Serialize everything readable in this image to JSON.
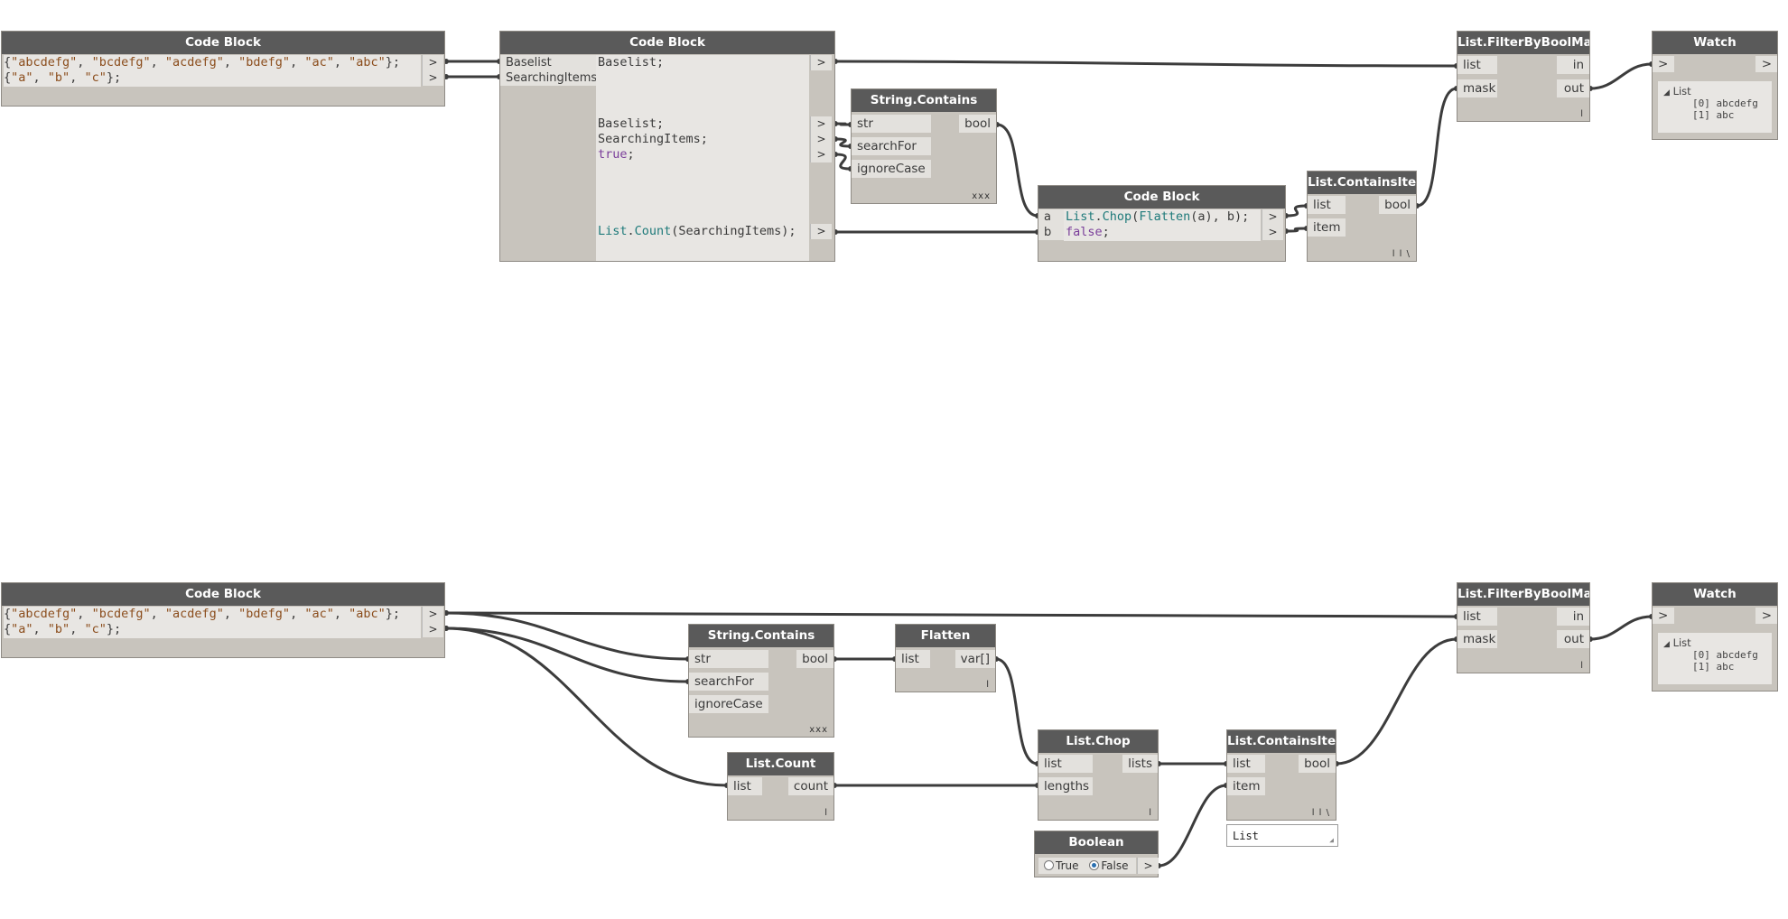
{
  "graph1": {
    "cb1": {
      "title": "Code Block",
      "line1_parts": [
        "{",
        "\"abcdefg\"",
        ", ",
        "\"bcdefg\"",
        ", ",
        "\"acdefg\"",
        ", ",
        "\"bdefg\"",
        ", ",
        "\"ac\"",
        ", ",
        "\"abc\"",
        "};"
      ],
      "line2_parts": [
        "{",
        "\"a\"",
        ", ",
        "\"b\"",
        ", ",
        "\"c\"",
        "};"
      ],
      "out_arrow": ">"
    },
    "cb2": {
      "title": "Code Block",
      "in1": "Baselist",
      "in2": "SearchingItems",
      "l1": "Baselist;",
      "l2": "Baselist;",
      "l3": "SearchingItems;",
      "l4_kw": "true",
      "l4_end": ";",
      "l5_fn1": "List",
      "l5_dot": ".",
      "l5_fn2": "Count",
      "l5_rest": "(SearchingItems);",
      "arrow": ">"
    },
    "sc": {
      "title": "String.Contains",
      "in1": "str",
      "in2": "searchFor",
      "in3": "ignoreCase",
      "out": "bool",
      "foot": "xxx"
    },
    "cb3": {
      "title": "Code Block",
      "in1": "a",
      "in2": "b",
      "l1_fn1": "List",
      "l1_dot": ".",
      "l1_fn2": "Chop",
      "l1_p1": "(",
      "l1_fn3": "Flatten",
      "l1_rest": "(a), b);",
      "l2_kw": "false",
      "l2_end": ";",
      "arrow": ">"
    },
    "lci": {
      "title": "List.ContainsItem",
      "in1": "list",
      "in2": "item",
      "out": "bool",
      "foot": "l l \\"
    },
    "fbm": {
      "title": "List.FilterByBoolMask",
      "in1": "list",
      "in2": "mask",
      "out1": "in",
      "out2": "out",
      "foot": "l"
    },
    "watch": {
      "title": "Watch",
      "in_arrow": ">",
      "out_arrow": ">",
      "head": "List",
      "item0_idx": "[0]",
      "item0": "abcdefg",
      "item1_idx": "[1]",
      "item1": "abc"
    }
  },
  "graph2": {
    "cb1": {
      "title": "Code Block",
      "line1_parts": [
        "{",
        "\"abcdefg\"",
        ", ",
        "\"bcdefg\"",
        ", ",
        "\"acdefg\"",
        ", ",
        "\"bdefg\"",
        ", ",
        "\"ac\"",
        ", ",
        "\"abc\"",
        "};"
      ],
      "line2_parts": [
        "{",
        "\"a\"",
        ", ",
        "\"b\"",
        ", ",
        "\"c\"",
        "};"
      ],
      "out_arrow": ">"
    },
    "sc": {
      "title": "String.Contains",
      "in1": "str",
      "in2": "searchFor",
      "in3": "ignoreCase",
      "out": "bool",
      "foot": "xxx"
    },
    "flatten": {
      "title": "Flatten",
      "in1": "list",
      "out": "var[]",
      "foot": "l"
    },
    "count": {
      "title": "List.Count",
      "in1": "list",
      "out": "count",
      "foot": "l"
    },
    "chop": {
      "title": "List.Chop",
      "in1": "list",
      "in2": "lengths",
      "out": "lists",
      "foot": "l"
    },
    "lci": {
      "title": "List.ContainsItem",
      "in1": "list",
      "in2": "item",
      "out": "bool",
      "foot": "l l \\"
    },
    "dropdown_value": "List",
    "boolean": {
      "title": "Boolean",
      "opt_true": "True",
      "opt_false": "False",
      "selected": "False",
      "arrow": ">"
    },
    "fbm": {
      "title": "List.FilterByBoolMask",
      "in1": "list",
      "in2": "mask",
      "out1": "in",
      "out2": "out",
      "foot": "l"
    },
    "watch": {
      "title": "Watch",
      "in_arrow": ">",
      "out_arrow": ">",
      "head": "List",
      "item0_idx": "[0]",
      "item0": "abcdefg",
      "item1_idx": "[1]",
      "item1": "abc"
    }
  },
  "colors": {
    "canvas": "#ffffff",
    "node_body": "#c8c4bd",
    "node_title": "#5a5a5a",
    "port": "#e3e1dd",
    "code_bg": "#e8e6e3",
    "wire": "#3c3c3c",
    "string_literal": "#8b4d1c",
    "function": "#1e7a7a",
    "keyword": "#7a3e9a"
  }
}
